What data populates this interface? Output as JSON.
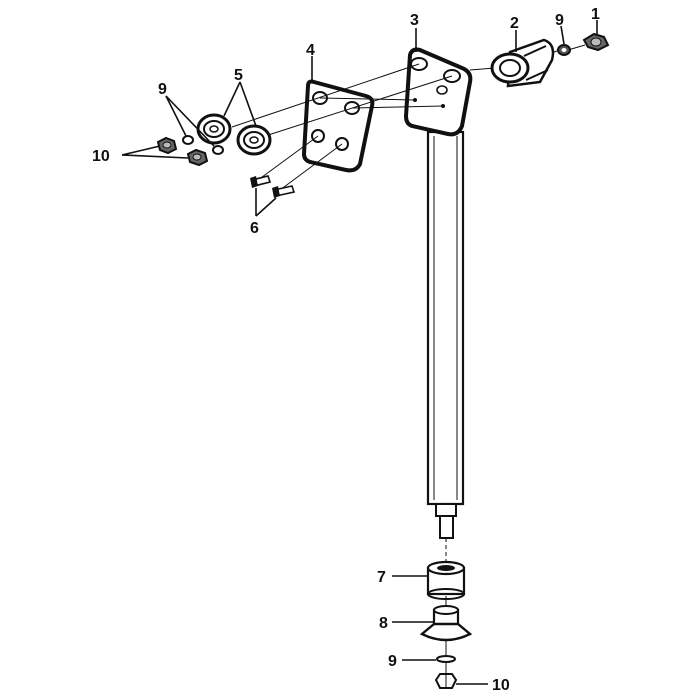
{
  "callouts": {
    "c1": "1",
    "c2": "2",
    "c3": "3",
    "c4": "4",
    "c5": "5",
    "c6": "6",
    "c7": "7",
    "c8": "8",
    "c9_top": "9",
    "c9_left": "9",
    "c9_bottom": "9",
    "c10_left": "10",
    "c10_bottom": "10"
  },
  "colors": {
    "ink": "#111111",
    "paper": "#ffffff",
    "shade": "#555555"
  }
}
